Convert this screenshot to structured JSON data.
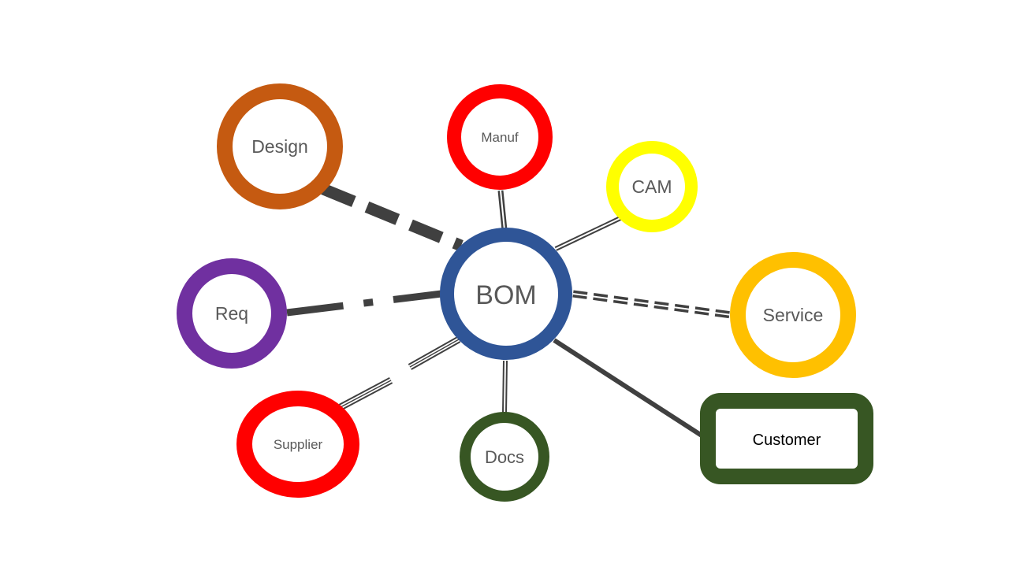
{
  "diagram": {
    "hub": {
      "id": "bom",
      "label": "BOM",
      "color": "#2F5597"
    },
    "nodes": [
      {
        "id": "design",
        "label": "Design",
        "color": "#C55A11",
        "shape": "circle",
        "link": "heavy-dashed"
      },
      {
        "id": "manuf",
        "label": "Manuf",
        "color": "#FF0000",
        "shape": "circle",
        "link": "double-line"
      },
      {
        "id": "cam",
        "label": "CAM",
        "color": "#FFFF00",
        "shape": "circle",
        "link": "double-line"
      },
      {
        "id": "req",
        "label": "Req",
        "color": "#7030A0",
        "shape": "circle",
        "link": "dash-dot"
      },
      {
        "id": "service",
        "label": "Service",
        "color": "#FFC000",
        "shape": "circle",
        "link": "dashed-double"
      },
      {
        "id": "supplier",
        "label": "Supplier",
        "color": "#FF0000",
        "shape": "circle",
        "link": "triple-line-broken"
      },
      {
        "id": "docs",
        "label": "Docs",
        "color": "#375623",
        "shape": "circle",
        "link": "double-line"
      },
      {
        "id": "customer",
        "label": "Customer",
        "color": "#375623",
        "shape": "rounded-rectangle",
        "link": "solid"
      }
    ],
    "link_color": "#404040"
  }
}
